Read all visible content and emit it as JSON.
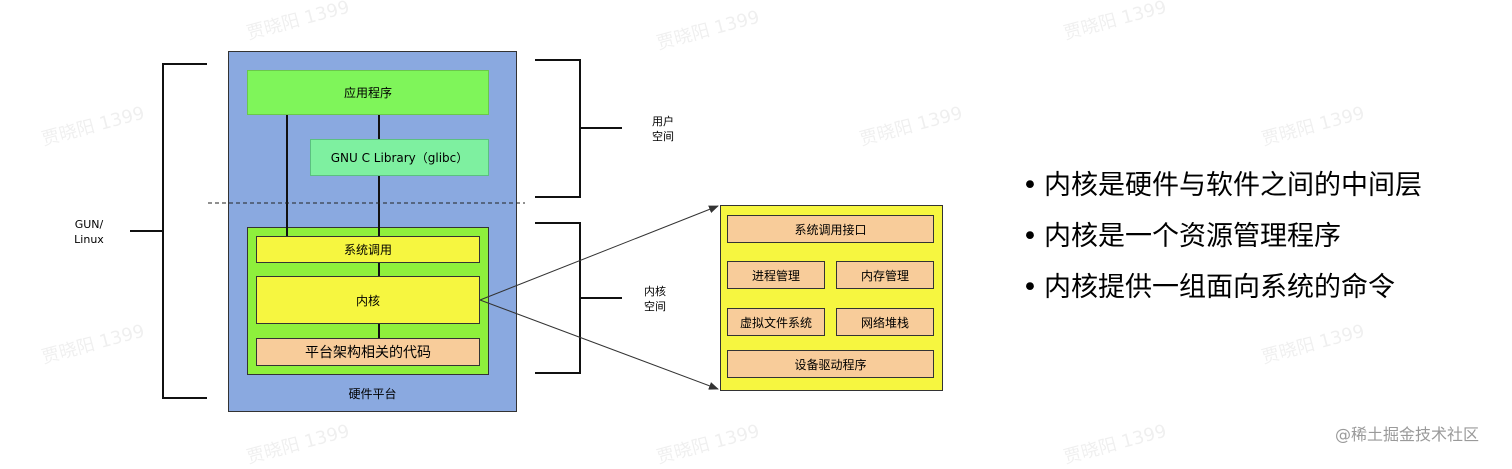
{
  "diagram": {
    "outer": {
      "hardware_label": "硬件平台"
    },
    "user_space": {
      "app_label": "应用程序",
      "glibc_label": "GNU C Library（glibc）",
      "bracket_label_line1": "用户",
      "bracket_label_line2": "空间"
    },
    "kernel_space": {
      "syscall_label": "系统调用",
      "kernel_label": "内核",
      "arch_label": "平台架构相关的代码",
      "bracket_label_line1": "内核",
      "bracket_label_line2": "空间"
    },
    "left_bracket": {
      "label_line1": "GUN/",
      "label_line2": "Linux"
    },
    "detail": {
      "syscall_interface": "系统调用接口",
      "process_mgmt": "进程管理",
      "memory_mgmt": "内存管理",
      "vfs": "虚拟文件系统",
      "net_stack": "网络堆栈",
      "drivers": "设备驱动程序"
    }
  },
  "bullets": [
    "内核是硬件与软件之间的中间层",
    "内核是一个资源管理程序",
    "内核提供一组面向系统的命令"
  ],
  "bullet_symbol": "•",
  "footer_credit": "@稀土掘金技术社区",
  "watermark_text": "贾晓阳 1399",
  "colors": {
    "hardware_bg": "#8aa9e0",
    "app_green": "#7ff55a",
    "glibc_green": "#7ef0a0",
    "kernel_green": "#8ef03c",
    "yellow": "#f6f640",
    "orange": "#f8cc9a"
  }
}
